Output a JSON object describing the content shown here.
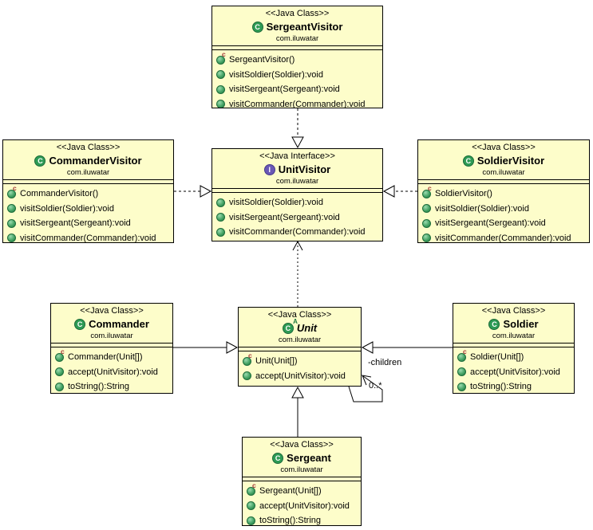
{
  "diagram": {
    "title": "Visitor pattern UML class diagram",
    "colors": {
      "box_fill": "#fdfdca",
      "border": "#000000",
      "class_icon": "#2e9b55",
      "interface_icon": "#6a58b5",
      "method_icon": "#3f9e5f",
      "constructor_marker_color": "#a23333"
    },
    "icons": {
      "class_glyph": "C",
      "interface_glyph": "I",
      "abstract_marker": "A"
    }
  },
  "classes": [
    {
      "id": "SergeantVisitor",
      "stereotype": "<<Java Class>>",
      "name": "SergeantVisitor",
      "package": "com.iluwatar",
      "kind": "class",
      "methods": [
        {
          "label": "SergeantVisitor()",
          "marker": "c"
        },
        {
          "label": "visitSoldier(Soldier):void",
          "marker": ""
        },
        {
          "label": "visitSergeant(Sergeant):void",
          "marker": ""
        },
        {
          "label": "visitCommander(Commander):void",
          "marker": ""
        }
      ]
    },
    {
      "id": "CommanderVisitor",
      "stereotype": "<<Java Class>>",
      "name": "CommanderVisitor",
      "package": "com.iluwatar",
      "kind": "class",
      "methods": [
        {
          "label": "CommanderVisitor()",
          "marker": "c"
        },
        {
          "label": "visitSoldier(Soldier):void",
          "marker": ""
        },
        {
          "label": "visitSergeant(Sergeant):void",
          "marker": ""
        },
        {
          "label": "visitCommander(Commander):void",
          "marker": ""
        }
      ]
    },
    {
      "id": "UnitVisitor",
      "stereotype": "<<Java Interface>>",
      "name": "UnitVisitor",
      "package": "com.iluwatar",
      "kind": "interface",
      "methods": [
        {
          "label": "visitSoldier(Soldier):void",
          "marker": ""
        },
        {
          "label": "visitSergeant(Sergeant):void",
          "marker": ""
        },
        {
          "label": "visitCommander(Commander):void",
          "marker": ""
        }
      ]
    },
    {
      "id": "SoldierVisitor",
      "stereotype": "<<Java Class>>",
      "name": "SoldierVisitor",
      "package": "com.iluwatar",
      "kind": "class",
      "methods": [
        {
          "label": "SoldierVisitor()",
          "marker": "c"
        },
        {
          "label": "visitSoldier(Soldier):void",
          "marker": ""
        },
        {
          "label": "visitSergeant(Sergeant):void",
          "marker": ""
        },
        {
          "label": "visitCommander(Commander):void",
          "marker": ""
        }
      ]
    },
    {
      "id": "Commander",
      "stereotype": "<<Java Class>>",
      "name": "Commander",
      "package": "com.iluwatar",
      "kind": "class",
      "methods": [
        {
          "label": "Commander(Unit[])",
          "marker": "c"
        },
        {
          "label": "accept(UnitVisitor):void",
          "marker": ""
        },
        {
          "label": "toString():String",
          "marker": ""
        }
      ]
    },
    {
      "id": "Unit",
      "stereotype": "<<Java Class>>",
      "name": "Unit",
      "package": "com.iluwatar",
      "kind": "class",
      "abstract": true,
      "icon_marker": "A",
      "methods": [
        {
          "label": "Unit(Unit[])",
          "marker": "c"
        },
        {
          "label": "accept(UnitVisitor):void",
          "marker": ""
        }
      ]
    },
    {
      "id": "Soldier",
      "stereotype": "<<Java Class>>",
      "name": "Soldier",
      "package": "com.iluwatar",
      "kind": "class",
      "methods": [
        {
          "label": "Soldier(Unit[])",
          "marker": "c"
        },
        {
          "label": "accept(UnitVisitor):void",
          "marker": ""
        },
        {
          "label": "toString():String",
          "marker": ""
        }
      ]
    },
    {
      "id": "Sergeant",
      "stereotype": "<<Java Class>>",
      "name": "Sergeant",
      "package": "com.iluwatar",
      "kind": "class",
      "methods": [
        {
          "label": "Sergeant(Unit[])",
          "marker": "c"
        },
        {
          "label": "accept(UnitVisitor):void",
          "marker": ""
        },
        {
          "label": "toString():String",
          "marker": ""
        }
      ]
    }
  ],
  "relationships": [
    {
      "from": "SergeantVisitor",
      "to": "UnitVisitor",
      "type": "realization"
    },
    {
      "from": "CommanderVisitor",
      "to": "UnitVisitor",
      "type": "realization"
    },
    {
      "from": "SoldierVisitor",
      "to": "UnitVisitor",
      "type": "realization"
    },
    {
      "from": "Unit",
      "to": "UnitVisitor",
      "type": "dependency"
    },
    {
      "from": "Commander",
      "to": "Unit",
      "type": "generalization"
    },
    {
      "from": "Soldier",
      "to": "Unit",
      "type": "generalization"
    },
    {
      "from": "Sergeant",
      "to": "Unit",
      "type": "generalization"
    },
    {
      "from": "Unit",
      "to": "Unit",
      "type": "association",
      "label": "-children",
      "multiplicity": "0..*"
    }
  ]
}
